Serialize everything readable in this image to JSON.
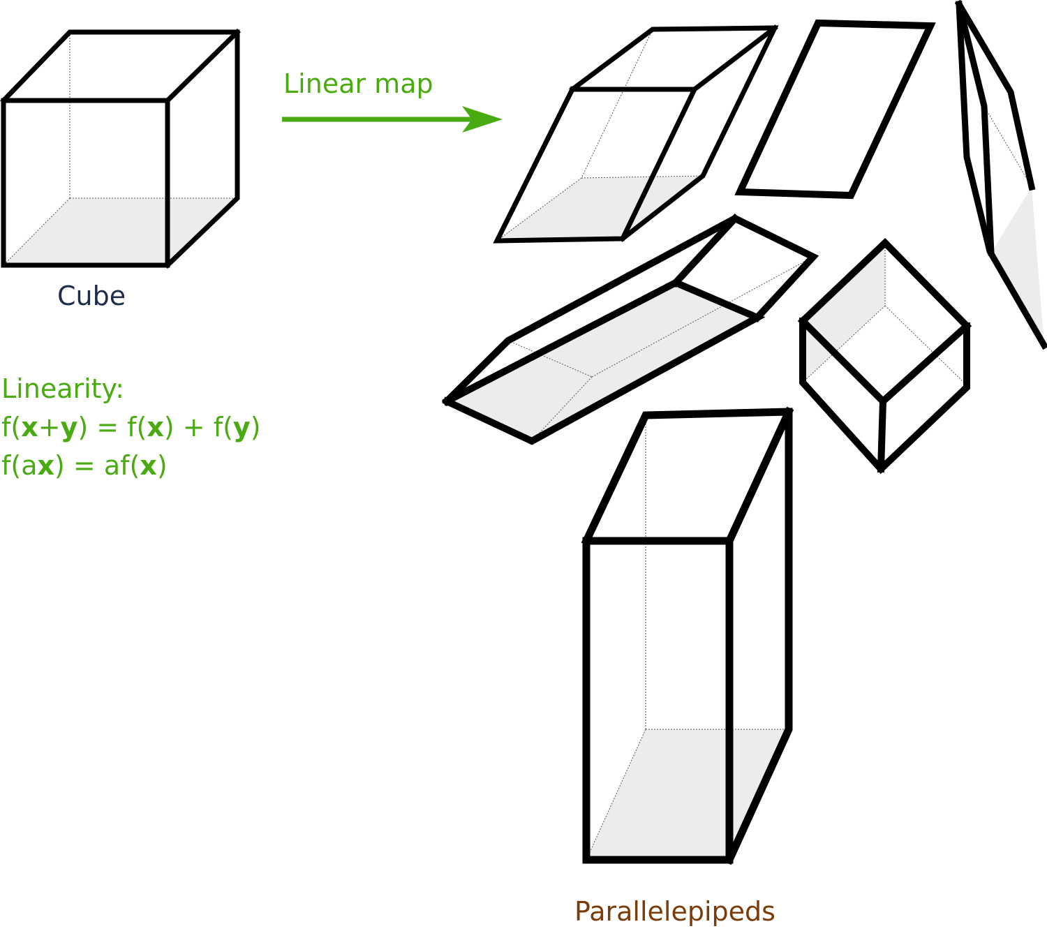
{
  "labels": {
    "cube": "Cube",
    "linear_map": "Linear map",
    "parallelepipeds": "Parallelepipeds"
  },
  "linearity": {
    "title": "Linearity:",
    "eq1": [
      {
        "t": "f(",
        "b": false
      },
      {
        "t": "x",
        "b": true
      },
      {
        "t": "+",
        "b": false
      },
      {
        "t": "y",
        "b": true
      },
      {
        "t": ") = f(",
        "b": false
      },
      {
        "t": "x",
        "b": true
      },
      {
        "t": ") + f(",
        "b": false
      },
      {
        "t": "y",
        "b": true
      },
      {
        "t": ")",
        "b": false
      }
    ],
    "eq2": [
      {
        "t": "f(a",
        "b": false
      },
      {
        "t": "x",
        "b": true
      },
      {
        "t": ") = af(",
        "b": false
      },
      {
        "t": "x",
        "b": true
      },
      {
        "t": ")",
        "b": false
      }
    ]
  },
  "colors": {
    "cube_label": "#1f2d4d",
    "linear_map": "#4aaa12",
    "linearity": "#4aaa12",
    "parallelepipeds_label": "#7a3d0a",
    "face_fill": "#ececec",
    "edge": "#000000"
  }
}
